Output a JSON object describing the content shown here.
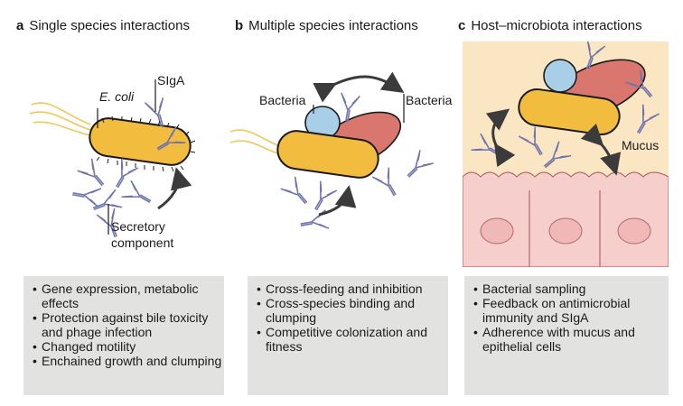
{
  "panels": [
    {
      "letter": "a",
      "title": "Single species interactions",
      "labels": {
        "ecoli": "E. coli",
        "sIgA": "SIgA",
        "secretory_1": "Secretory",
        "secretory_2": "component"
      },
      "bullets": [
        "Gene expression, metabolic effects",
        "Protection against bile toxicity and phage infection",
        "Changed motility",
        "Enchained growth and clumping"
      ]
    },
    {
      "letter": "b",
      "title": "Multiple species interactions",
      "labels": {
        "bacteria_left": "Bacteria",
        "bacteria_right": "Bacteria"
      },
      "bullets": [
        "Cross-feeding and inhibition",
        "Cross-species binding and clumping",
        "Competitive colonization and fitness"
      ]
    },
    {
      "letter": "c",
      "title": "Host–microbiota interactions",
      "labels": {
        "mucus": "Mucus"
      },
      "bullets": [
        "Bacterial sampling",
        "Feedback on antimicrobial immunity and SIgA",
        "Adherence with mucus and epithelial cells"
      ]
    }
  ],
  "colors": {
    "rod": "#f2bd3f",
    "rod_stroke": "#1a1a1a",
    "red_bacterium": "#d9776e",
    "blue_bacterium": "#a9cfe8",
    "antibody": "#6e74b0",
    "mucus": "#fbe6c4",
    "epithelium": "#f6cfcd",
    "box": "#e2e2e0"
  }
}
